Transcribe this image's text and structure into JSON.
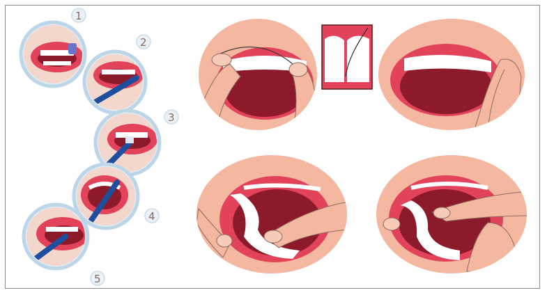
{
  "steps": [
    {
      "number": "1"
    },
    {
      "number": "2"
    },
    {
      "number": "3"
    },
    {
      "number": "4"
    },
    {
      "number": "5"
    }
  ],
  "floss_panels": [
    {
      "view": "front-upper-with-inset"
    },
    {
      "view": "side-upper"
    },
    {
      "view": "lower-left"
    },
    {
      "view": "lower-right"
    }
  ],
  "colors": {
    "skin": "#f4b7a0",
    "skin_shadow": "#e59a86",
    "lip": "#e2425a",
    "mouth_interior": "#8c1a2a",
    "tooth": "#ffffff",
    "brush_handle": "#1e4e9e",
    "circle_ring": "#bcd6e8",
    "frame_border": "#8a8a8a"
  }
}
